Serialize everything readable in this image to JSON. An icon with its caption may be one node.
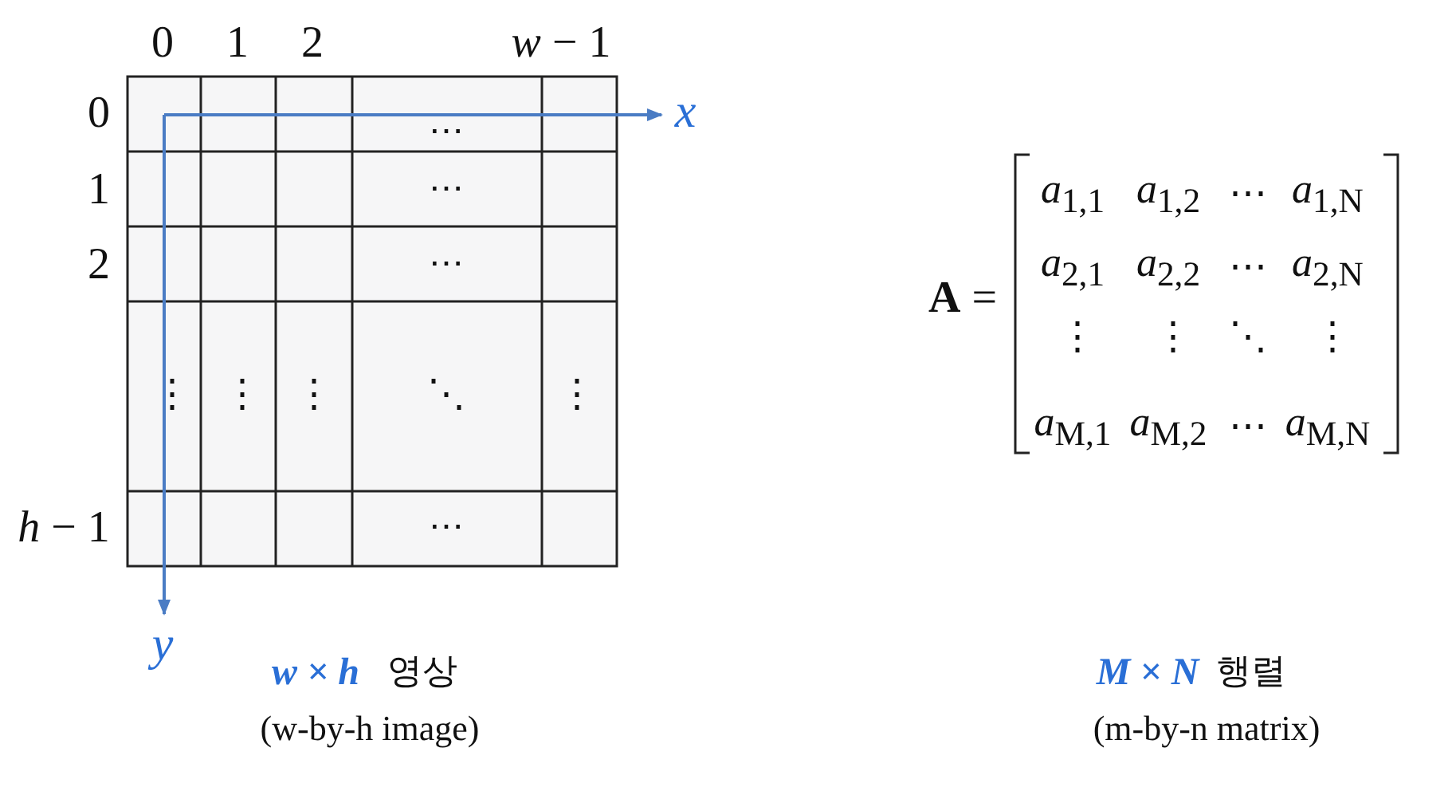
{
  "diagram": {
    "labels": [
      "0",
      "1",
      "2",
      "*w* − 1",
      "0",
      "⋯",
      "x",
      "1",
      "⋯",
      "2",
      "⋯",
      "⋮",
      "⋮",
      "⋮",
      "⋱",
      "⋮",
      "*h* − 1",
      "⋯",
      "y",
      "w × h",
      "영상",
      "(w-by-h image)",
      "**A** =",
      "*a*$_{1,1}$",
      "*a*$_{1,2}$",
      "⋯",
      "*a*$_{1,N}$",
      "*a*$_{2,1}$",
      "*a*$_{2,2}$",
      "⋯",
      "*a*$_{2,N}$",
      "⋮",
      "⋮",
      "⋱",
      "⋮",
      "*a*$_{M,1}$",
      "*a*$_{M,2}$",
      "⋯",
      "*a*$_{M,N}$",
      "M × N",
      "행렬",
      "(m-by-n matrix)"
    ]
  }
}
